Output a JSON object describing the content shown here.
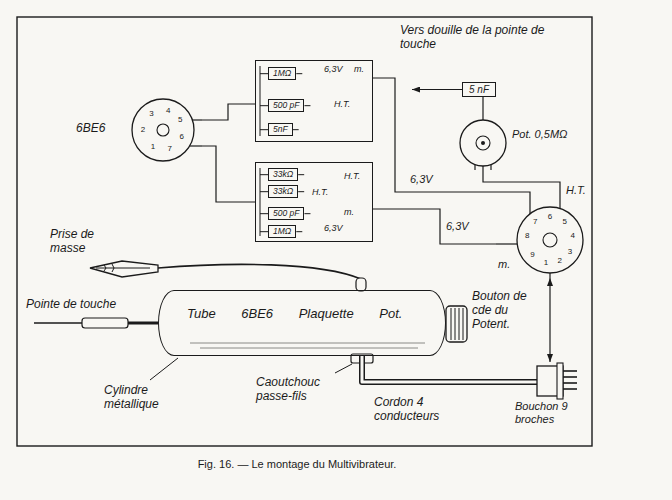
{
  "diagram": {
    "caption": "Fig. 16. — Le montage du Multivibrateur.",
    "nodes": [
      {
        "text": [
          "6,3V",
          "m.",
          "H.T."
        ]
      },
      {
        "text": [
          "1MΩ"
        ],
        "in": 0
      },
      {
        "text": [
          "500 pF"
        ],
        "in": 0
      },
      {
        "text": [
          "5nF"
        ],
        "in": 0
      },
      {
        "text": [
          "H.T.",
          "H.T.",
          "m.",
          "6,3V"
        ]
      },
      {
        "text": [
          "33kΩ"
        ],
        "in": 4
      },
      {
        "text": [
          "33kΩ"
        ],
        "in": 4
      },
      {
        "text": [
          "500 pF"
        ],
        "in": 4
      },
      {
        "text": [
          "1MΩ"
        ],
        "in": 4
      },
      {
        "text": [
          "6BE6",
          "1",
          "2",
          "3",
          "4",
          "5",
          "6",
          "7"
        ]
      },
      {
        "text": [
          "5 nF"
        ]
      },
      {
        "text": [
          "Pot. 0,5MΩ"
        ]
      },
      {
        "text": [
          "1",
          "2",
          "3",
          "4",
          "5",
          "6",
          "7",
          "8",
          "9",
          "m."
        ]
      },
      {
        "text": [
          "Tube 6BE6 Plaquette Pot."
        ]
      },
      {
        "text": [
          "Bouchon 9 broches"
        ]
      }
    ],
    "edges": [
      {
        "from": 9,
        "to": 0,
        "arrow": "none"
      },
      {
        "from": 9,
        "to": 4,
        "arrow": "none"
      },
      {
        "from": 0,
        "to": 12,
        "arrow": "none"
      },
      {
        "from": 4,
        "to": 12,
        "arrow": "none"
      },
      {
        "from": 11,
        "to": 12,
        "arrow": "none"
      },
      {
        "from": 11,
        "to": 10,
        "arrow": "none"
      },
      {
        "from": 12,
        "to": 14,
        "arrow": "both"
      },
      {
        "from": 13,
        "to": 14,
        "arrow": "none"
      }
    ],
    "labels": [
      "Vers douille de la pointe de touche",
      "H.T.",
      "6,3V",
      "6,3V",
      "Prise de masse",
      "Pointe de touche",
      "Bouton de cde du Potent.",
      "Cylindre métallique",
      "Caoutchouc passe-fils",
      "Cordon 4 conducteurs"
    ]
  }
}
